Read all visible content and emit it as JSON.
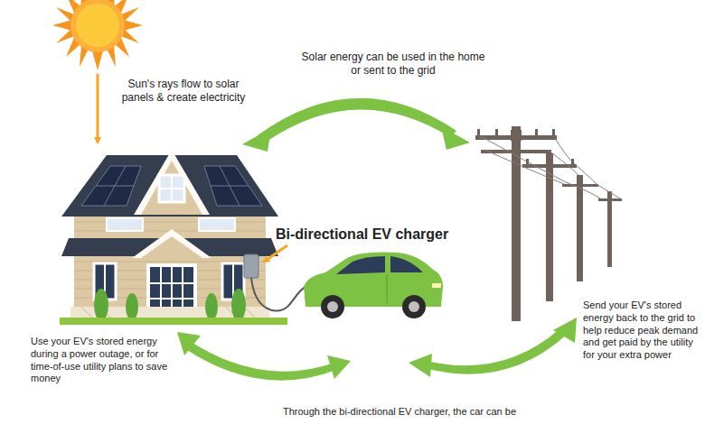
{
  "diagram": {
    "labels": [
      "Sun's rays flow to solar panels & create electricity",
      "Solar energy can be used in the home or sent to the grid",
      "Bi-directional EV charger",
      "Use your EV's stored energy during a power outage, or for time-of-use utility plans to save money",
      "Send your EV's stored energy back to the grid to help reduce peak demand and get paid by the utility for your extra power",
      "Through the bi-directional EV charger, the car can be"
    ]
  }
}
